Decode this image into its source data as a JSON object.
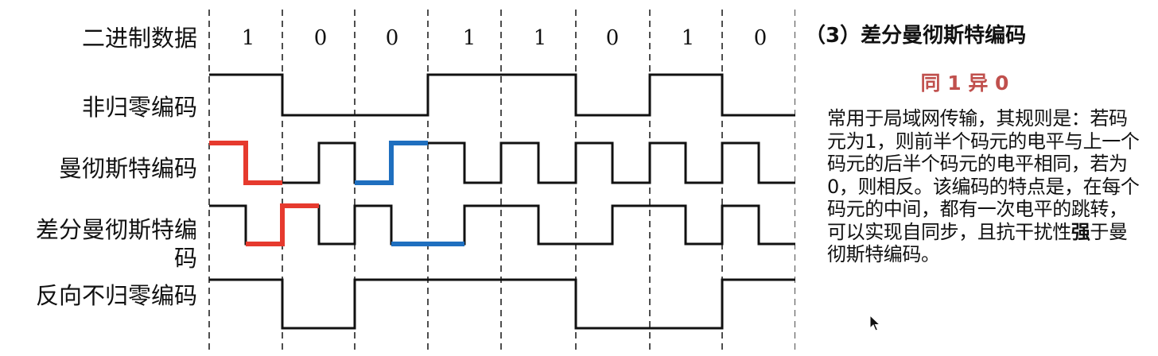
{
  "rows": {
    "binary": "二进制数据",
    "nrz": "非归零编码",
    "manchester": "曼彻斯特编码",
    "diff_manchester": "差分曼彻斯特编码",
    "nrzi": "反向不归零编码"
  },
  "bits": [
    "1",
    "0",
    "0",
    "1",
    "1",
    "0",
    "1",
    "0"
  ],
  "side": {
    "title": "（3）差分曼彻斯特编码",
    "rule": "同 1 异 0",
    "desc_before": "常用于局域网传输，其规则是：若码元为1，则前半个码元的电平与上一个码元的后半个码元的电平相同，若为0，则相反。该编码的特点是，在每个码元的中间，都有一次电平的跳转，可以实现自同步，且抗干扰性",
    "desc_bold": "强",
    "desc_after": "于曼彻斯特编码。"
  },
  "colors": {
    "highlight_red": "#e63a2e",
    "highlight_blue": "#1f6fbf",
    "rule_text": "#c0504d"
  }
}
